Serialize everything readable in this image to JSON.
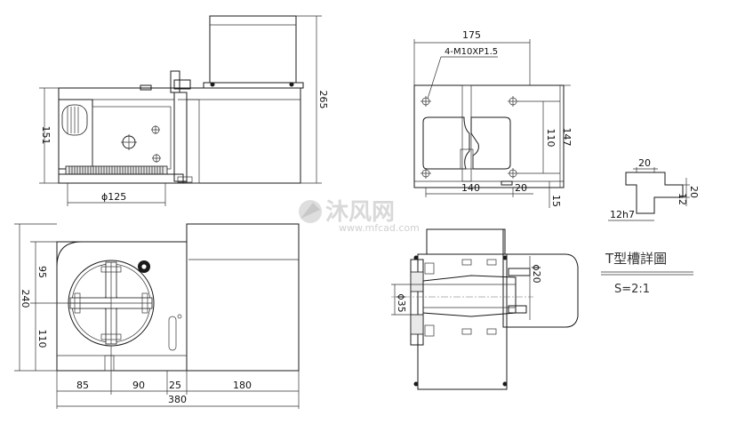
{
  "front_view": {
    "dim_height": "265",
    "dim_body": "151",
    "dim_diameter": "ϕ125"
  },
  "top_right_view": {
    "dim_width": "175",
    "thread_note": "4-M10XP1.5",
    "dim_110": "110",
    "dim_147": "147",
    "dim_140": "140",
    "dim_20": "20",
    "dim_15": "15"
  },
  "plan_view": {
    "dim_95": "95",
    "dim_240": "240",
    "dim_110": "110",
    "dim_85": "85",
    "dim_90": "90",
    "dim_25": "25",
    "dim_180": "180",
    "dim_380": "380"
  },
  "side_view": {
    "dim_d20": "ϕ20",
    "dim_d35": "ϕ35"
  },
  "t_slot_detail": {
    "dim_top": "20",
    "dim_right": "20",
    "dim_12": "12",
    "dim_fit": "12h7",
    "title": "T型槽詳圖",
    "scale": "S=2:1"
  },
  "watermark": {
    "brand": "沐风网",
    "url": "www.mfcad.com"
  }
}
